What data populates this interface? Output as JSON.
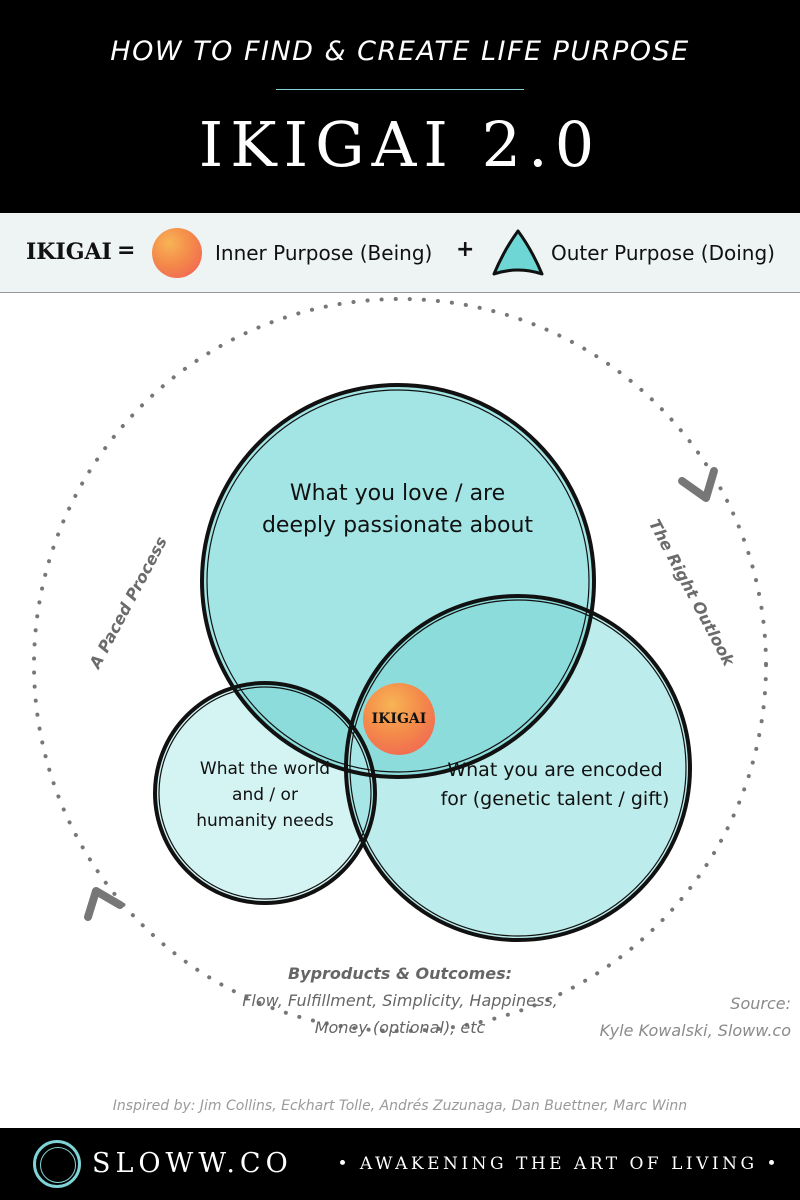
{
  "header": {
    "subtitle": "HOW TO FIND & CREATE LIFE PURPOSE",
    "title": "IKIGAI  2.0"
  },
  "equation": {
    "lhs": "IKIGAI",
    "equals": "=",
    "inner_label": "Inner Purpose (Being)",
    "plus": "+",
    "outer_label": "Outer Purpose (Doing)",
    "inner_icon": "orange-sun-orb-icon",
    "outer_icon": "teal-triangle-icon"
  },
  "diagram": {
    "circles": {
      "love": "What you love / are deeply passionate about",
      "world": "What the world and / or humanity needs",
      "encoded": "What you are encoded for (genetic talent / gift)"
    },
    "center": "IKIGAI",
    "cycle_left": "A Paced Process",
    "cycle_right": "The Right Outlook",
    "byproducts_heading": "Byproducts & Outcomes:",
    "byproducts_line1": "Flow, Fulfillment, Simplicity, Happiness,",
    "byproducts_line2": "Money (optional), etc",
    "source_label": "Source:",
    "source_text": "Kyle Kowalski, Sloww.co"
  },
  "inspired": "Inspired by: Jim Collins, Eckhart Tolle, Andrés Zuzunaga, Dan Buettner, Marc Winn",
  "footer": {
    "brand": "SLOWW.CO",
    "tagline": "• AWAKENING THE ART OF LIVING •"
  },
  "colors": {
    "teal_light": "#c8f0f0",
    "teal": "#a6e6e6",
    "teal_mid": "#88dcdc",
    "orange": "#f48a4a",
    "accent_line": "#7fd3d6"
  }
}
